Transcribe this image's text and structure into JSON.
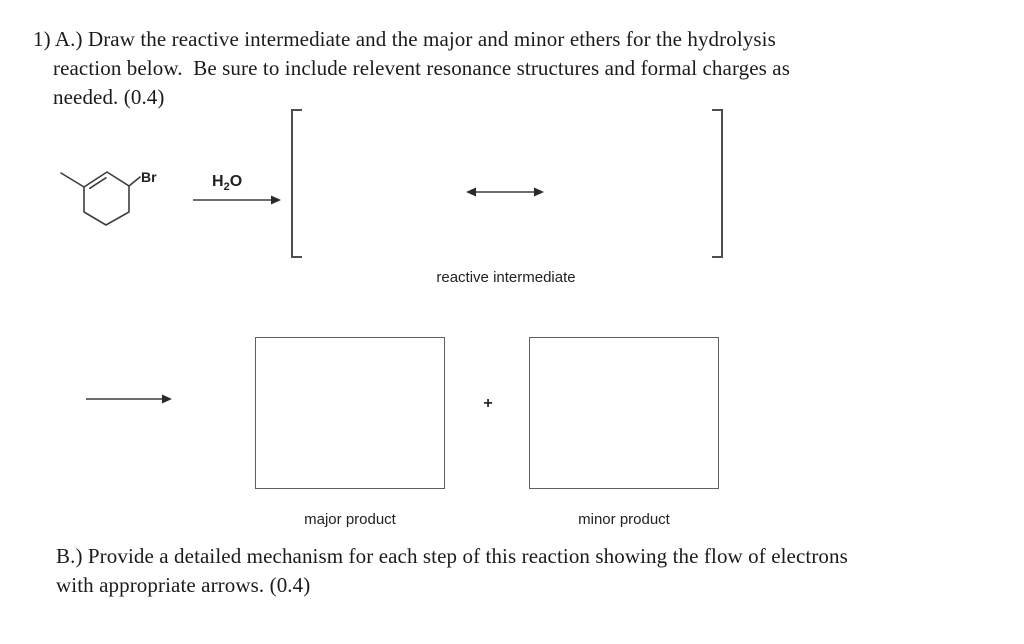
{
  "page": {
    "background_color": "#ffffff",
    "ink_color": "#1b1b1b",
    "line_color": "#3d3d3d"
  },
  "question_a": {
    "lines": [
      "1) A.) Draw the reactive intermediate and the major and minor ethers for the hydrolysis",
      "reaction below.  Be sure to include relevent resonance structures and formal charges as",
      "needed. (0.4)"
    ]
  },
  "scheme": {
    "reactant": {
      "structure": "3-bromo-1-methylcyclohexene skeletal formula",
      "br_label": "Br"
    },
    "reagent": {
      "h": "H",
      "sub": "2",
      "o": "O"
    },
    "icons": {
      "reaction_arrow": "right arrow",
      "resonance_arrow": "double-headed left-right arrow"
    },
    "bracket_caption": "reactive intermediate"
  },
  "products": {
    "plus_sign": "+",
    "major_label": "major product",
    "minor_label": "minor product"
  },
  "question_b": {
    "lines": [
      "B.) Provide a detailed mechanism for each step of this reaction showing the flow of electrons",
      "with appropriate arrows. (0.4)"
    ]
  }
}
